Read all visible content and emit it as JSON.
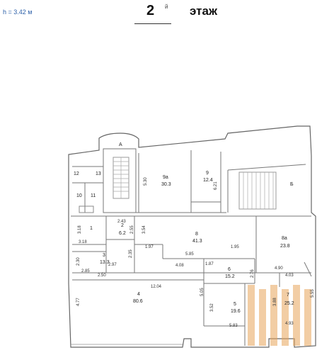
{
  "header": {
    "height_note": "h = 3.42 м",
    "floor_number": "2",
    "floor_superscript": "й",
    "floor_word": "этаж"
  },
  "plan": {
    "stair_label": "А",
    "stair_label_b": "Б",
    "rooms": [
      {
        "id": "r12",
        "number": "12",
        "area": ""
      },
      {
        "id": "r13",
        "number": "13",
        "area": ""
      },
      {
        "id": "r10",
        "number": "10",
        "area": ""
      },
      {
        "id": "r11",
        "number": "11",
        "area": ""
      },
      {
        "id": "r9a",
        "number": "9а",
        "area": "30.3"
      },
      {
        "id": "r9",
        "number": "9",
        "area": "12.4"
      },
      {
        "id": "r1",
        "number": "1",
        "area": ""
      },
      {
        "id": "r2",
        "number": "2",
        "area": "6.2"
      },
      {
        "id": "r8",
        "number": "8",
        "area": "41.3"
      },
      {
        "id": "r8a",
        "number": "8а",
        "area": "23.8"
      },
      {
        "id": "r3",
        "number": "3",
        "area": "13.3"
      },
      {
        "id": "r6",
        "number": "6",
        "area": "15.2"
      },
      {
        "id": "r4",
        "number": "4",
        "area": "80.6"
      },
      {
        "id": "r5",
        "number": "5",
        "area": "19.6"
      },
      {
        "id": "r7",
        "number": "7",
        "area": "25.2"
      }
    ],
    "dimensions": {
      "d530": "5.30",
      "d621": "6.21",
      "d243": "2.43",
      "d255": "2.55",
      "d354": "3.54",
      "d318v": "3.18",
      "d318h": "3.18",
      "d197": "1.97",
      "d585": "5.85",
      "d195": "1.95",
      "d230": "2.30",
      "d235": "2.35",
      "d297": "2.97",
      "d285": "2.85",
      "d250": "2.50",
      "d408": "4.08",
      "d187": "1.87",
      "d276": "2.76",
      "d490": "4.90",
      "d403": "4.03",
      "d1204": "12.04",
      "d505": "5.05",
      "d477": "4.77",
      "d352": "3.52",
      "d583": "5.83",
      "d388": "3.88",
      "d493": "4.93",
      "d555": "5.55"
    }
  }
}
